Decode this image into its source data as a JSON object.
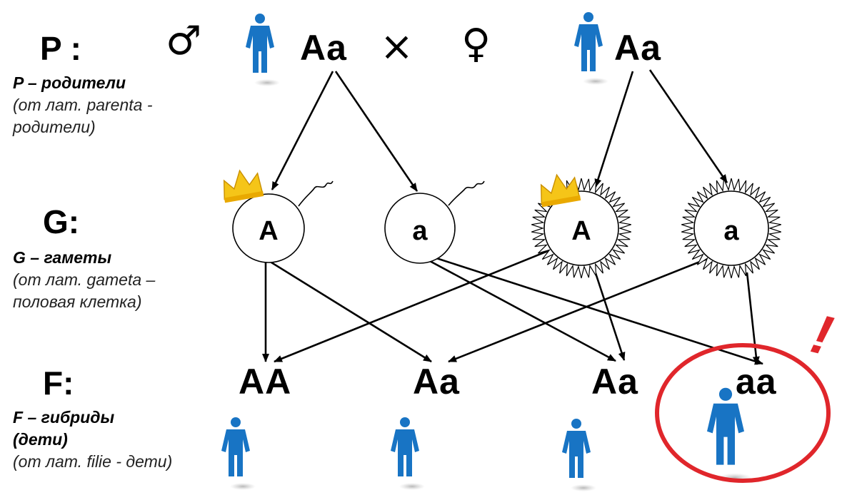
{
  "rows": {
    "p": {
      "label": "P :",
      "desc_bold": "P – родители",
      "desc_lines": [
        "(от лат. parenta -",
        "родители)"
      ]
    },
    "g": {
      "label": "G:",
      "desc_bold": "G – гаметы",
      "desc_lines": [
        "(от лат. gameta –",
        "половая клетка)"
      ]
    },
    "f": {
      "label": "F:",
      "desc_bold_lines": [
        "F – гибриды",
        "(дети)"
      ],
      "desc_lines": [
        "(от лат. filie - дети)"
      ]
    }
  },
  "parents": {
    "male_symbol": "♂",
    "male_genotype": "Aa",
    "cross": "×",
    "female_symbol": "♀",
    "female_genotype": "Aa"
  },
  "gametes": [
    {
      "allele": "A",
      "kind": "sperm",
      "crown": true
    },
    {
      "allele": "a",
      "kind": "sperm",
      "crown": false
    },
    {
      "allele": "A",
      "kind": "egg",
      "crown": true
    },
    {
      "allele": "a",
      "kind": "egg",
      "crown": false
    }
  ],
  "offspring": [
    "AA",
    "Aa",
    "Aa",
    "aa"
  ],
  "highlight": {
    "offspring_index": 3,
    "mark": "!"
  },
  "colors": {
    "person": "#1874c4",
    "highlight": "#e0262b",
    "crown": "#f5c518"
  }
}
